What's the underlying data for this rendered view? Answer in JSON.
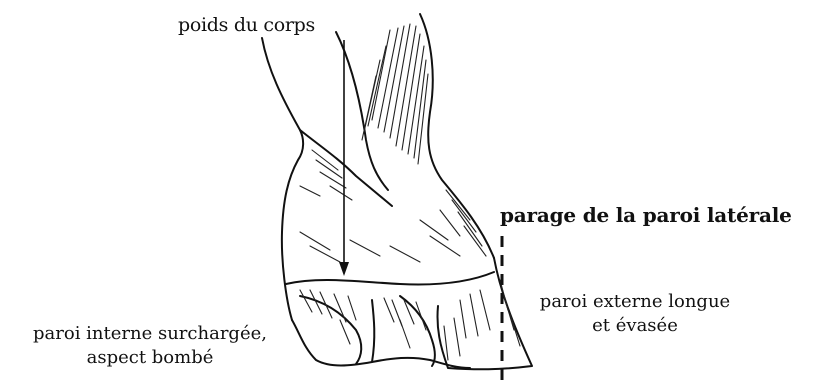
{
  "labels": {
    "body_weight": "poids du corps",
    "lateral_wall_trimming": "parage de la paroi latérale",
    "outer_wall_line1": "paroi externe longue",
    "outer_wall_line2": "et évasée",
    "inner_wall_line1": "paroi interne surchargée,",
    "inner_wall_line2": "aspect bombé"
  },
  "colors": {
    "ink": "#111111",
    "paper": "#ffffff",
    "shadow": "#d9d9d9"
  }
}
